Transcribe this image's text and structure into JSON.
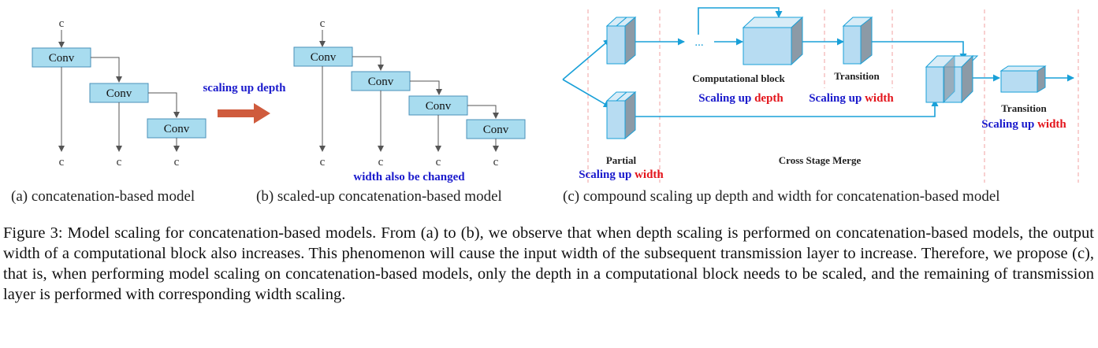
{
  "panel_a": {
    "input_label": "c",
    "conv_labels": [
      "Conv",
      "Conv",
      "Conv"
    ],
    "output_labels": [
      "c",
      "c",
      "c"
    ],
    "caption": "(a) concatenation-based model"
  },
  "arrow_label": "scaling up depth",
  "panel_b": {
    "input_label": "c",
    "conv_labels": [
      "Conv",
      "Conv",
      "Conv",
      "Conv"
    ],
    "output_labels": [
      "c",
      "c",
      "c",
      "c"
    ],
    "note": "width also be changed",
    "caption": "(b) scaled-up concatenation-based model"
  },
  "panel_c": {
    "ellipsis": "...",
    "computational_block_label": "Computational block",
    "transition_label_1": "Transition",
    "transition_label_2": "Transition",
    "partial_label": "Partial",
    "cross_stage_merge_label": "Cross Stage Merge",
    "scaling_prefix": "Scaling up",
    "word_depth": "depth",
    "word_width": "width",
    "caption": "(c) compound scaling up depth and width for concatenation-based model"
  },
  "colors": {
    "conv_fill": "#a8dcef",
    "block_front": "#b7dcf2",
    "block_side": "#8c9aa6",
    "block_top": "#d8ecf7",
    "line_blue": "#19a0d8",
    "dash_red": "#f2a0a0",
    "text_blue": "#1a1acc",
    "text_red": "#e3141b",
    "arrow_fill": "#cf5b3d"
  },
  "caption": "Figure 3: Model scaling for concatenation-based models. From (a) to (b), we observe that when depth scaling is performed on concatenation-based models, the output width of a computational block also increases. This phenomenon will cause the input width of the subsequent transmission layer to increase. Therefore, we propose (c), that is, when performing model scaling on concatenation-based models, only the depth in a computational block needs to be scaled, and the remaining of transmission layer is performed with corresponding width scaling."
}
